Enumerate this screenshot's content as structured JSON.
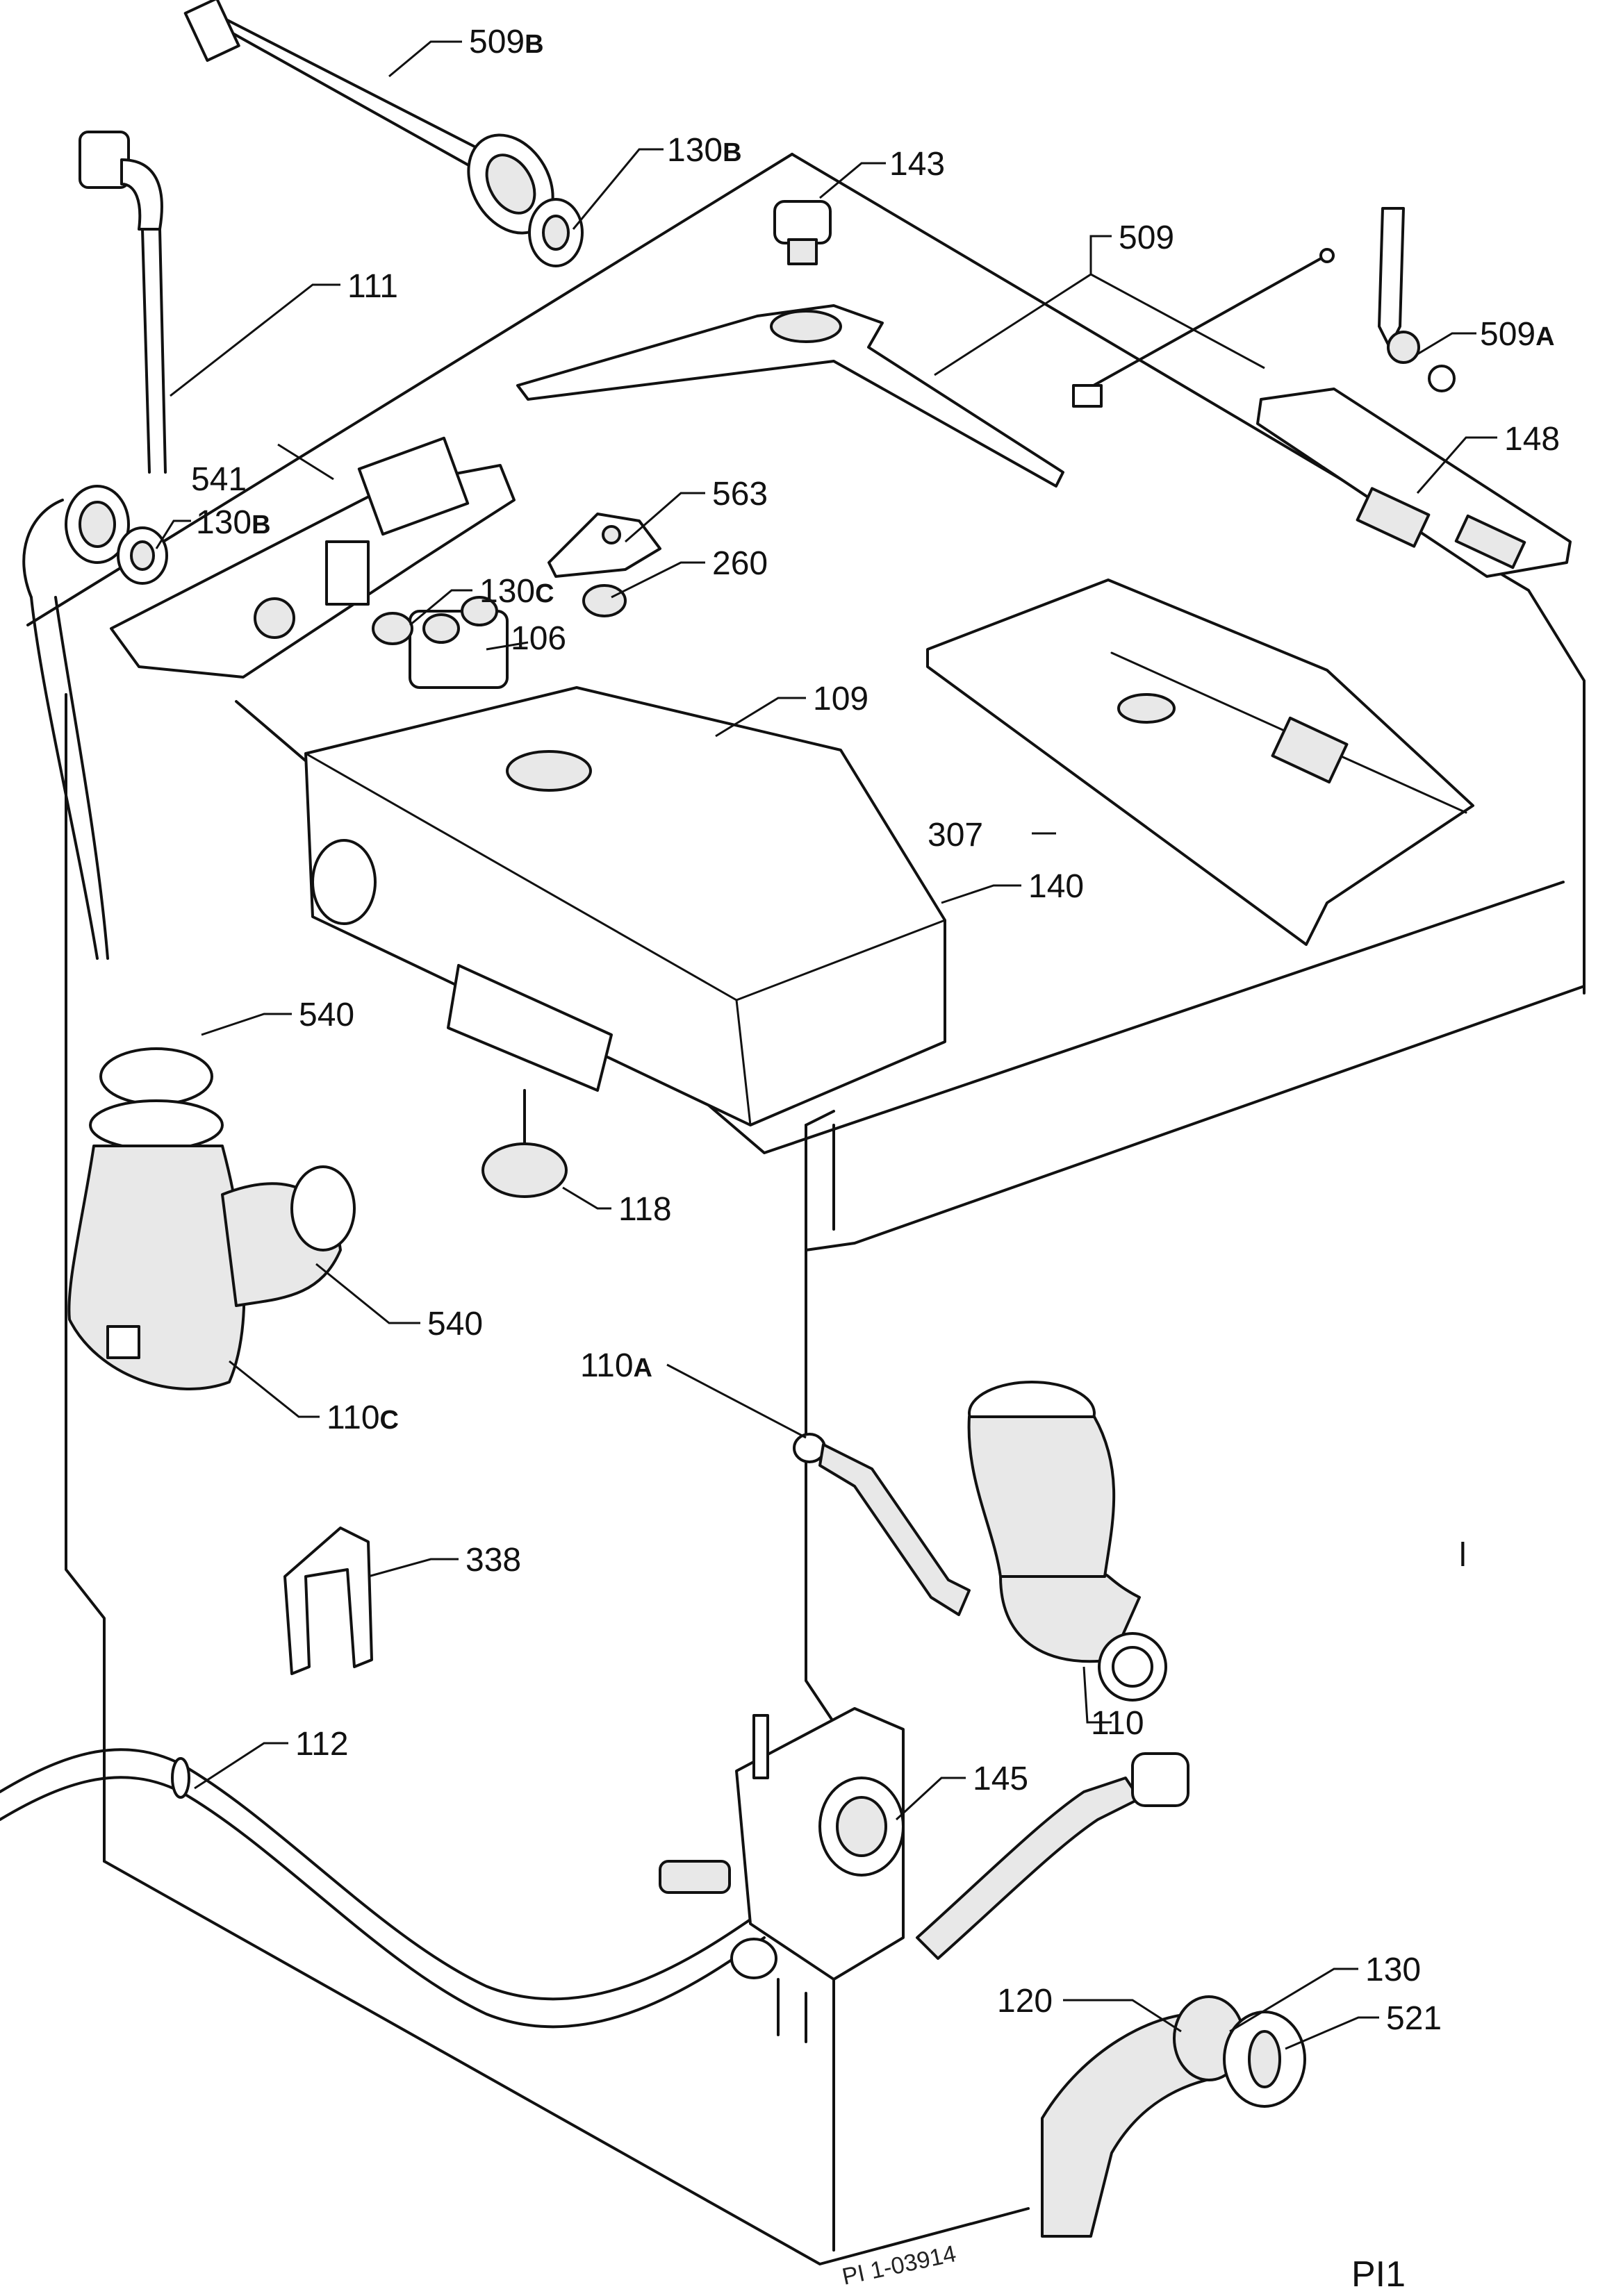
{
  "callouts": [
    {
      "id": "509b",
      "num": "509",
      "suffix": "B"
    },
    {
      "id": "130b-top",
      "num": "130",
      "suffix": "B"
    },
    {
      "id": "143",
      "num": "143",
      "suffix": ""
    },
    {
      "id": "509",
      "num": "509",
      "suffix": ""
    },
    {
      "id": "509a",
      "num": "509",
      "suffix": "A"
    },
    {
      "id": "111",
      "num": "111",
      "suffix": ""
    },
    {
      "id": "148",
      "num": "148",
      "suffix": ""
    },
    {
      "id": "541",
      "num": "541",
      "suffix": ""
    },
    {
      "id": "130b-left",
      "num": "130",
      "suffix": "B"
    },
    {
      "id": "563",
      "num": "563",
      "suffix": ""
    },
    {
      "id": "260",
      "num": "260",
      "suffix": ""
    },
    {
      "id": "130c",
      "num": "130",
      "suffix": "C"
    },
    {
      "id": "106",
      "num": "106",
      "suffix": ""
    },
    {
      "id": "109",
      "num": "109",
      "suffix": ""
    },
    {
      "id": "307",
      "num": "307",
      "suffix": ""
    },
    {
      "id": "140",
      "num": "140",
      "suffix": ""
    },
    {
      "id": "540-top",
      "num": "540",
      "suffix": ""
    },
    {
      "id": "118",
      "num": "118",
      "suffix": ""
    },
    {
      "id": "540-bottom",
      "num": "540",
      "suffix": ""
    },
    {
      "id": "110c",
      "num": "110",
      "suffix": "C"
    },
    {
      "id": "110a",
      "num": "110",
      "suffix": "A"
    },
    {
      "id": "338",
      "num": "338",
      "suffix": ""
    },
    {
      "id": "110",
      "num": "110",
      "suffix": ""
    },
    {
      "id": "112",
      "num": "112",
      "suffix": ""
    },
    {
      "id": "145",
      "num": "145",
      "suffix": ""
    },
    {
      "id": "130",
      "num": "130",
      "suffix": ""
    },
    {
      "id": "120",
      "num": "120",
      "suffix": ""
    },
    {
      "id": "521",
      "num": "521",
      "suffix": ""
    }
  ],
  "drawing_ref": "PI 1-03914",
  "plate": "PI1",
  "stray_mark": "l"
}
